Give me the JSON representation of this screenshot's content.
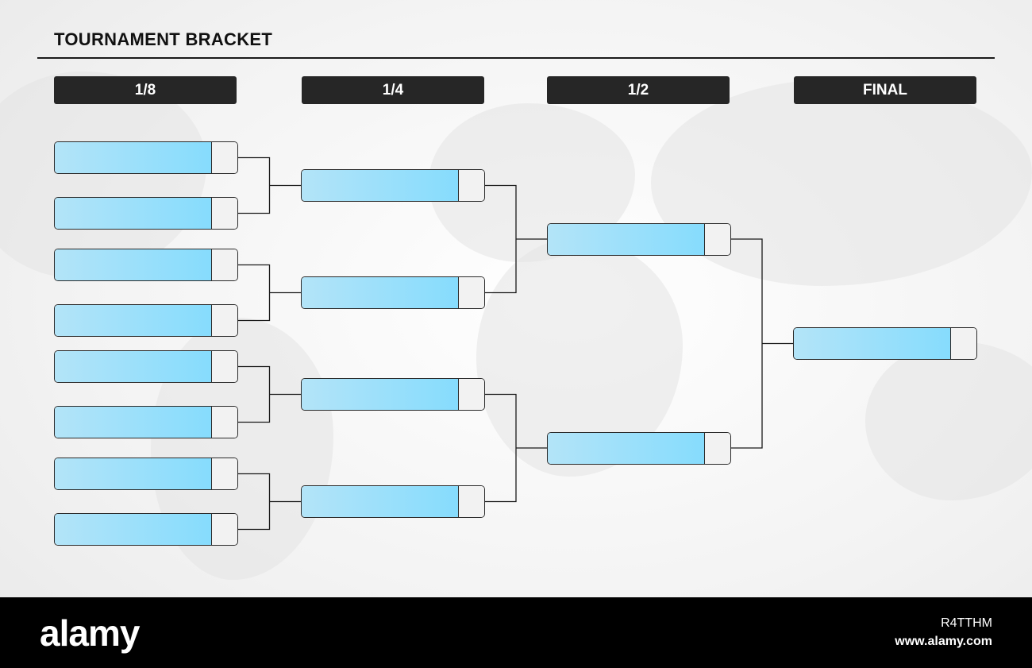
{
  "title": "TOURNAMENT BRACKET",
  "rounds": [
    {
      "label": "1/8",
      "slots": 8
    },
    {
      "label": "1/4",
      "slots": 4
    },
    {
      "label": "1/2",
      "slots": 2
    },
    {
      "label": "FINAL",
      "slots": 1
    }
  ],
  "footer": {
    "logo": "alamy",
    "image_id": "R4TTHM",
    "url": "www.alamy.com"
  },
  "colors": {
    "header_bg": "#262626",
    "slot_fill_light": "#b3e4f8",
    "slot_fill": "#86dcfd",
    "score_box": "#f2f2f2",
    "line": "#1a1a1a"
  }
}
